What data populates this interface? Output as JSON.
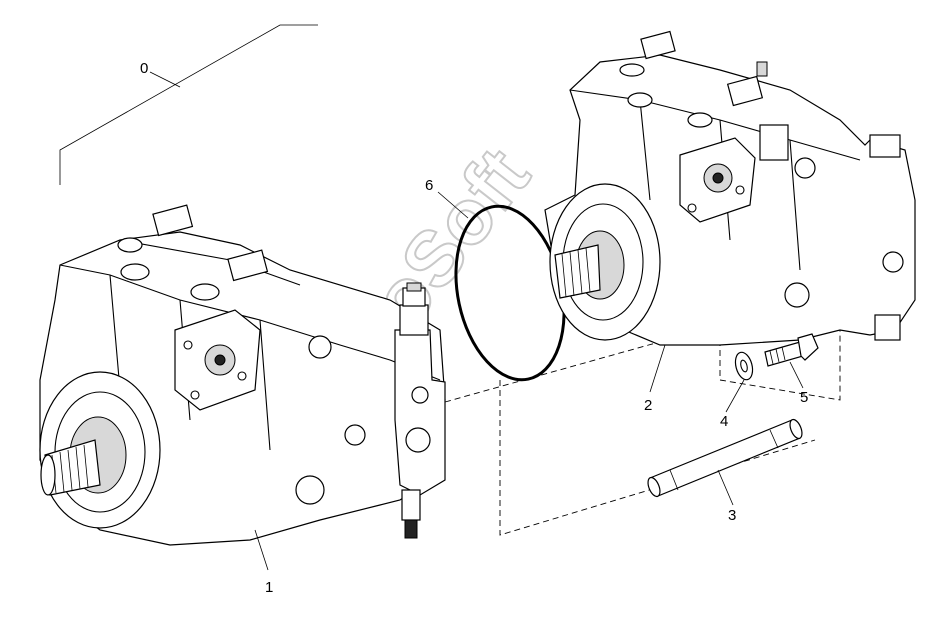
{
  "diagram": {
    "callouts": {
      "assembly": "0",
      "pump_front": "1",
      "pump_rear": "2",
      "shaft": "3",
      "washer": "4",
      "bolt": "5",
      "o_ring": "6"
    },
    "watermark": "AutoSoft"
  }
}
